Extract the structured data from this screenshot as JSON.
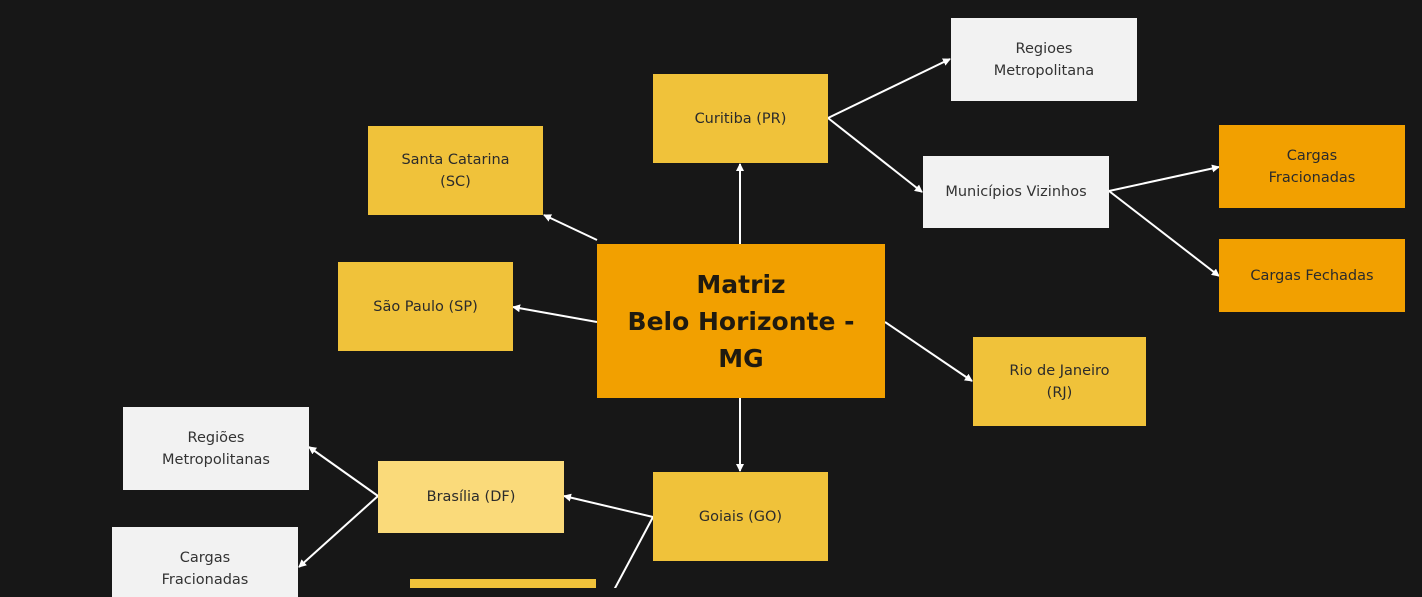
{
  "nodes": {
    "main": "Matriz\nBelo Horizonte -\nMG",
    "curitiba": "Curitiba (PR)",
    "regioes_metropolitana": "Regioes\nMetropolitana",
    "municipios_vizinhos": "Municípios Vizinhos",
    "cargas_fracionadas_right": "Cargas\nFracionadas",
    "cargas_fechadas": "Cargas Fechadas",
    "santa_catarina": "Santa Catarina\n(SC)",
    "sao_paulo": "São Paulo (SP)",
    "rio_de_janeiro": "Rio de Janeiro\n(RJ)",
    "goiais": "Goiais (GO)",
    "brasilia": "Brasília  (DF)",
    "regioes_metropolitanas": "Regiões\nMetropolitanas",
    "cargas_fracionadas_left": "Cargas\nFracionadas",
    "partial_bottom": ""
  },
  "colors": {
    "background": "#171717",
    "gold": "#f0c23a",
    "light_gold": "#fada7a",
    "orange": "#f2a000",
    "white": "#f2f2f2",
    "connector": "#ffffff"
  }
}
